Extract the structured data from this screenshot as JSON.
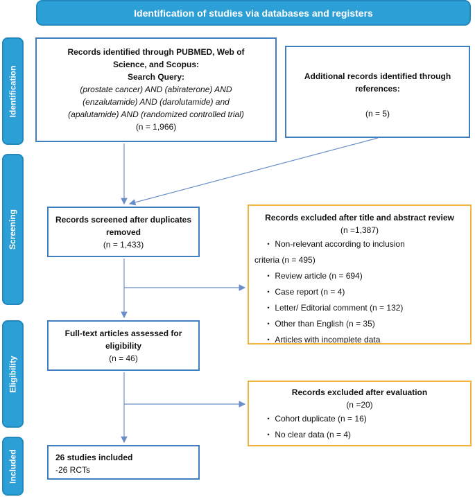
{
  "header": {
    "title": "Identification of studies via databases and registers"
  },
  "phases": {
    "identification": "Identification",
    "screening": "Screening",
    "eligibility": "Eligibility",
    "included": "Included"
  },
  "box_databases": {
    "line1": "Records identified through PUBMED, Web of",
    "line2": "Science, and Scopus:",
    "line3": "Search Query:",
    "q1": "(prostate cancer) AND (abiraterone) AND",
    "q2": "(enzalutamide) AND (darolutamide) and",
    "q3": "(apalutamide) AND (randomized controlled trial)",
    "count": "(n = 1,966)"
  },
  "box_references": {
    "line1": "Additional records identified through",
    "line2": "references:",
    "count": "(n = 5)"
  },
  "box_screened": {
    "line1": "Records screened after duplicates",
    "line2": "removed",
    "count": "(n = 1,433)"
  },
  "box_excluded_title": {
    "title": "Records excluded after title and abstract review",
    "count": "(n =1,387)",
    "item1a": "・ Non-relevant according to inclusion",
    "item1b": "criteria (n = 495)",
    "item2": "・ Review article (n = 694)",
    "item3": "・ Case report (n = 4)",
    "item4": "・ Letter/ Editorial comment (n = 132)",
    "item5": "・ Other than English (n = 35)",
    "item6": "・ Articles with incomplete data"
  },
  "box_fulltext": {
    "line1": "Full-text articles assessed for",
    "line2": "eligibility",
    "count": "(n = 46)"
  },
  "box_excluded_eval": {
    "title": "Records excluded after evaluation",
    "count": "(n =20)",
    "item1": "・ Cohort duplicate (n = 16)",
    "item2": "・ No clear data (n = 4)"
  },
  "box_included": {
    "line1": "26 studies included",
    "line2": "-26 RCTs"
  },
  "colors": {
    "banner": "#2b9fd6",
    "box_border_blue": "#3f7fbf",
    "box_border_yellow": "#f0b43c",
    "arrow": "#6a8fc8"
  }
}
